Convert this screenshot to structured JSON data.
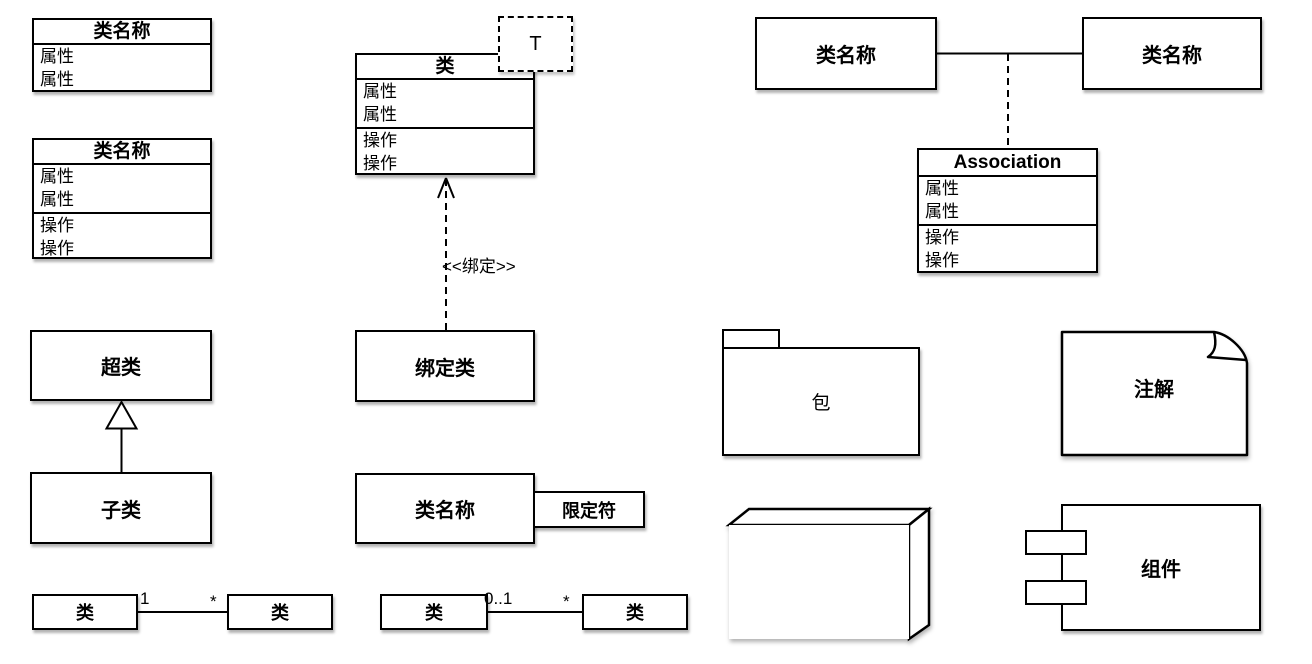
{
  "colors": {
    "stroke": "#000000",
    "fill": "#ffffff",
    "background": "#ffffff"
  },
  "simple_class": {
    "title": "类名称",
    "attr1": "属性",
    "attr2": "属性"
  },
  "full_class": {
    "title": "类名称",
    "attr1": "属性",
    "attr2": "属性",
    "op1": "操作",
    "op2": "操作"
  },
  "template_class": {
    "title": "类",
    "attr1": "属性",
    "attr2": "属性",
    "op1": "操作",
    "op2": "操作",
    "parameter": "T"
  },
  "binding": {
    "stereotype": "<<绑定>>",
    "bound_class": "绑定类"
  },
  "generalization": {
    "superclass": "超类",
    "subclass": "子类"
  },
  "association_class": {
    "left_class": "类名称",
    "right_class": "类名称",
    "name": "Association",
    "attr1": "属性",
    "attr2": "属性",
    "op1": "操作",
    "op2": "操作"
  },
  "qualified_association": {
    "class_name": "类名称",
    "qualifier": "限定符"
  },
  "association_one_many": {
    "left_class": "类",
    "right_class": "类",
    "left_multiplicity": "1",
    "right_multiplicity": "*"
  },
  "association_optional_many": {
    "left_class": "类",
    "right_class": "类",
    "left_multiplicity": "0..1",
    "right_multiplicity": "*"
  },
  "package": {
    "label": "包"
  },
  "note": {
    "label": "注解"
  },
  "component": {
    "label": "组件"
  }
}
